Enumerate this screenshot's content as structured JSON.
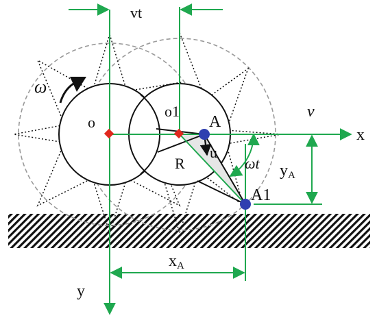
{
  "labels": {
    "vt": "vt",
    "omega": "ω",
    "o": "o",
    "o1": "o1",
    "A": "A",
    "v": "v",
    "x": "x",
    "u": "u",
    "R": "R",
    "omega_t": "ωt",
    "yA_main": "y",
    "yA_sub": "A",
    "A1": "A1",
    "xA_main": "x",
    "xA_sub": "A",
    "y": "y"
  },
  "colors": {
    "green": "#1fa84f",
    "red": "#e0281e",
    "blue": "#2f3fb0",
    "black": "#111111",
    "dashed": "#9a9a9a",
    "fill_triangle": "#e6e6e6"
  }
}
